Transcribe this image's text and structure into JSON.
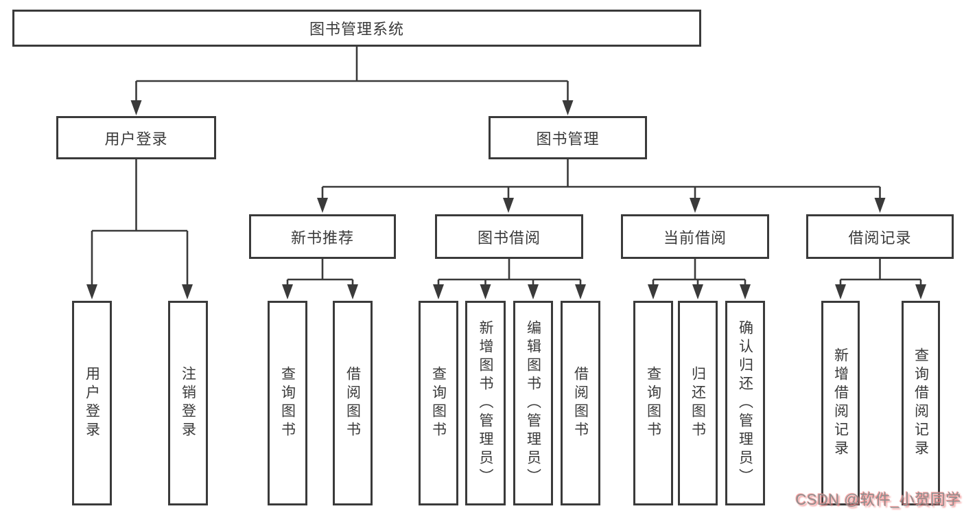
{
  "diagram": {
    "root": {
      "label": "图书管理系统"
    },
    "branches": [
      {
        "label": "用户登录",
        "children": [
          {
            "label": "用户登录"
          },
          {
            "label": "注销登录"
          }
        ]
      },
      {
        "label": "图书管理",
        "children": [
          {
            "label": "新书推荐",
            "children": [
              {
                "label": "查询图书"
              },
              {
                "label": "借阅图书"
              }
            ]
          },
          {
            "label": "图书借阅",
            "children": [
              {
                "label": "查询图书"
              },
              {
                "label": "新增图书（管理员）"
              },
              {
                "label": "编辑图书（管理员）"
              },
              {
                "label": "借阅图书"
              }
            ]
          },
          {
            "label": "当前借阅",
            "children": [
              {
                "label": "查询图书"
              },
              {
                "label": "归还图书"
              },
              {
                "label": "确认归还（管理员）"
              }
            ]
          },
          {
            "label": "借阅记录",
            "children": [
              {
                "label": "新增借阅记录"
              },
              {
                "label": "查询借阅记录"
              }
            ]
          }
        ]
      }
    ]
  },
  "watermark": {
    "text": "CSDN @软件_小贺同学"
  },
  "colors": {
    "line": "#3a3a3a",
    "text": "#3a3a3a",
    "background": "#ffffff",
    "watermark": "#8f8f8f",
    "watermark_glow": "#f08a8a"
  }
}
